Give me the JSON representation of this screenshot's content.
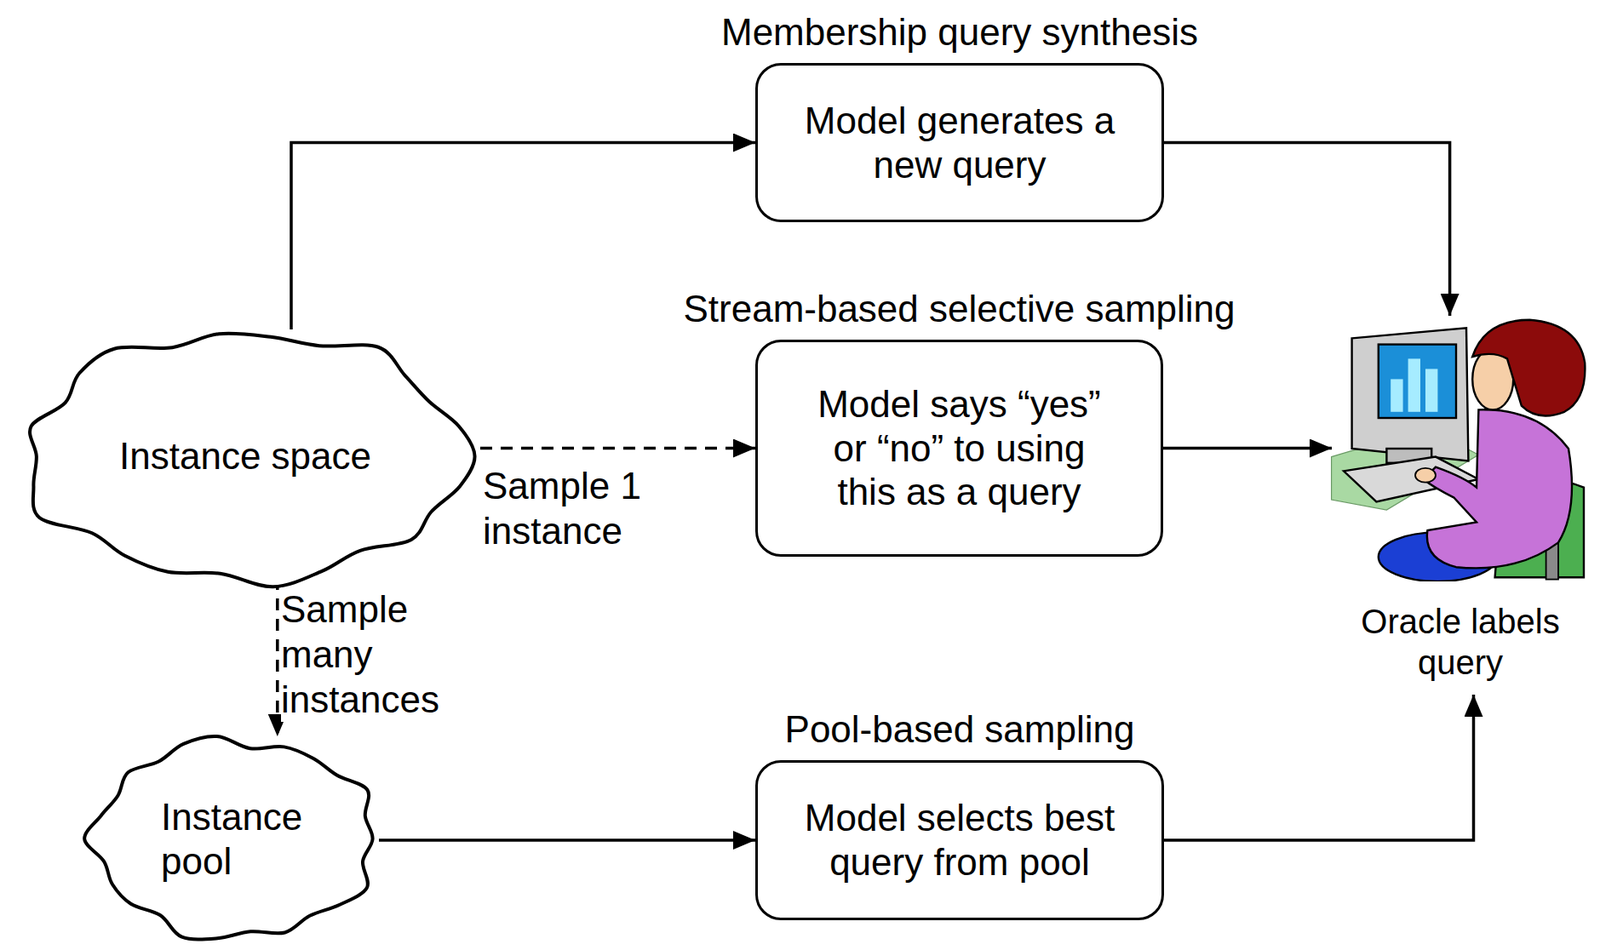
{
  "diagram": {
    "nodes": [
      {
        "text": [
          "Instance space"
        ]
      },
      {
        "text": [
          "Membership query synthesis",
          "Model generates a new query"
        ]
      },
      {
        "text": [
          "Stream-based selective sampling",
          "Model says “yes” or “no” to using this as a query"
        ]
      },
      {
        "text": [
          "Instance pool"
        ]
      },
      {
        "text": [
          "Pool-based sampling",
          "Model selects best query from pool"
        ]
      },
      {
        "text": [
          "Oracle labels query"
        ]
      }
    ],
    "edges": [
      {
        "from": 0,
        "to": 1,
        "arrow": "to"
      },
      {
        "from": 0,
        "to": 2,
        "label": "Sample 1 instance",
        "arrow": "to"
      },
      {
        "from": 0,
        "to": 3,
        "label": "Sample many instances",
        "arrow": "to"
      },
      {
        "from": 1,
        "to": 5,
        "arrow": "to"
      },
      {
        "from": 2,
        "to": 5,
        "arrow": "to"
      },
      {
        "from": 3,
        "to": 4,
        "arrow": "to"
      },
      {
        "from": 4,
        "to": 5,
        "arrow": "to"
      }
    ]
  }
}
